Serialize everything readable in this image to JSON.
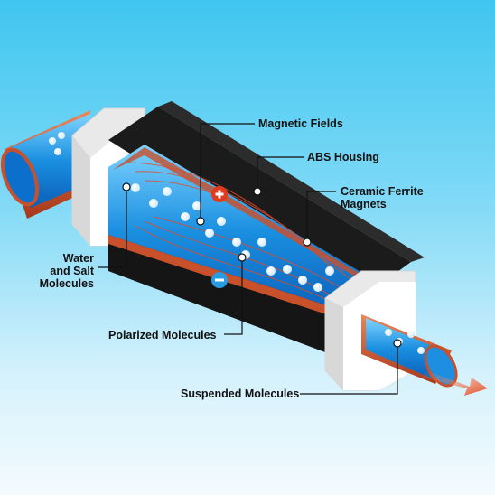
{
  "labels": {
    "magnetic_fields": "Magnetic Fields",
    "abs_housing": "ABS Housing",
    "ceramic_ferrite_magnets": "Ceramic Ferrite\nMagnets",
    "water_and_salt_molecules": "Water\nand Salt\nMolecules",
    "polarized_molecules": "Polarized Molecules",
    "suspended_molecules": "Suspended Molecules"
  },
  "symbols": {
    "positive": "+",
    "negative": "−"
  },
  "colors": {
    "background_top": "#3fc6f0",
    "housing": "#f2f2f2",
    "magnet_body": "#1b1b1b",
    "pipe_copper": "#c8502a",
    "water": "#1a8fe0",
    "positive_pole": "#e23a1c",
    "negative_pole": "#2a9be0",
    "flow_arrow": "#e8461f"
  },
  "icons": [
    "positive-pole-icon",
    "negative-pole-icon",
    "flow-arrow-icon",
    "molecule-icon"
  ]
}
